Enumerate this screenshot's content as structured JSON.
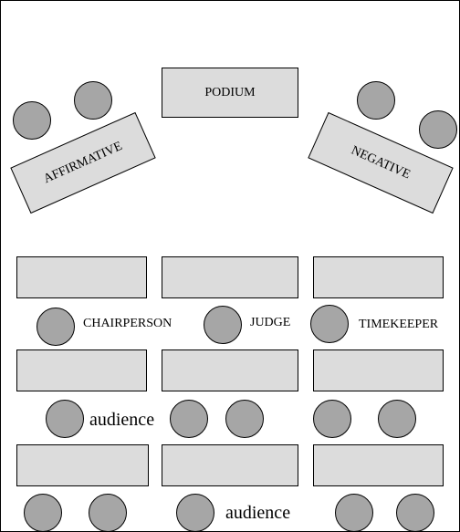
{
  "labels": {
    "podium": "PODIUM",
    "affirmative": "AFFIRMATIVE",
    "negative": "NEGATIVE",
    "chairperson": "CHAIRPERSON",
    "judge": "JUDGE",
    "timekeeper": "TIMEKEEPER",
    "audience_1": "audience",
    "audience_2": "audience"
  },
  "colors": {
    "table_fill": "#dcdcdc",
    "seat_fill": "#a6a6a6",
    "outline": "#000000"
  }
}
